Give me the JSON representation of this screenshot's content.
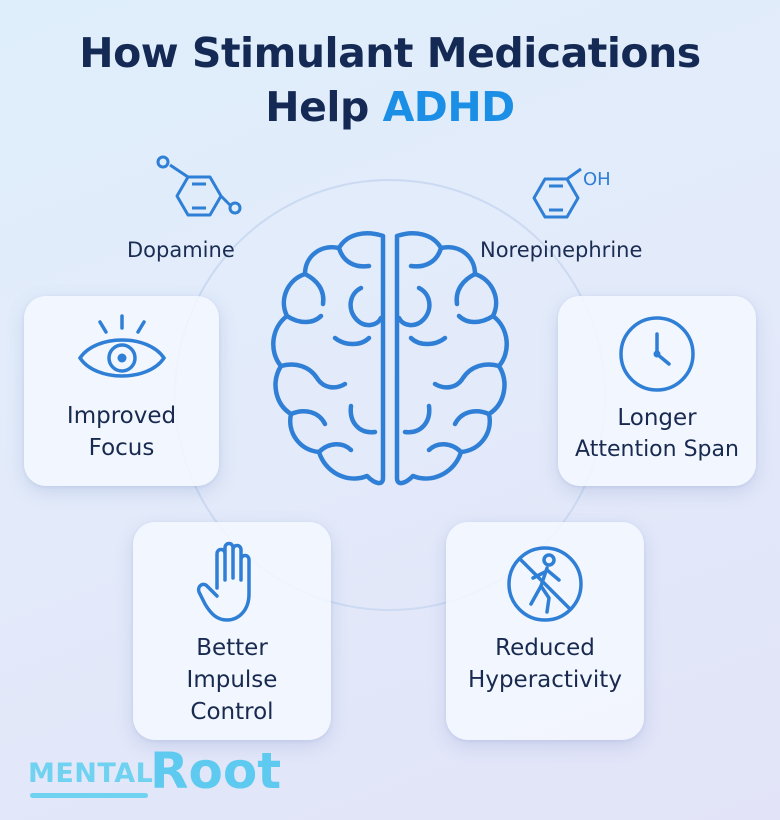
{
  "title": {
    "line1": "How Stimulant Medications",
    "line2_prefix": "Help ",
    "line2_accent": "ADHD"
  },
  "neurotransmitters": {
    "left": {
      "label": "Dopamine",
      "icon": "benzene-molecule-icon"
    },
    "right": {
      "label": "Norepinephrine",
      "icon": "phenol-molecule-icon",
      "oh_label": "OH"
    }
  },
  "center_icon": "brain-icon",
  "benefits": [
    {
      "line1": "Improved",
      "line2": "Focus",
      "icon": "eye-icon"
    },
    {
      "line1": "Longer",
      "line2": "Attention Span",
      "icon": "clock-icon"
    },
    {
      "line1": "Better",
      "line2": "Impulse",
      "line3": "Control",
      "icon": "raised-hand-icon"
    },
    {
      "line1": "Reduced",
      "line2": "Hyperactivity",
      "icon": "no-running-icon"
    }
  ],
  "logo": {
    "part1": "MENTAL",
    "part2": "Root"
  },
  "colors": {
    "accent": "#1b8fe6",
    "icon_stroke": "#2f7fd6",
    "title": "#142a55",
    "logo": "#6fd2f0"
  }
}
